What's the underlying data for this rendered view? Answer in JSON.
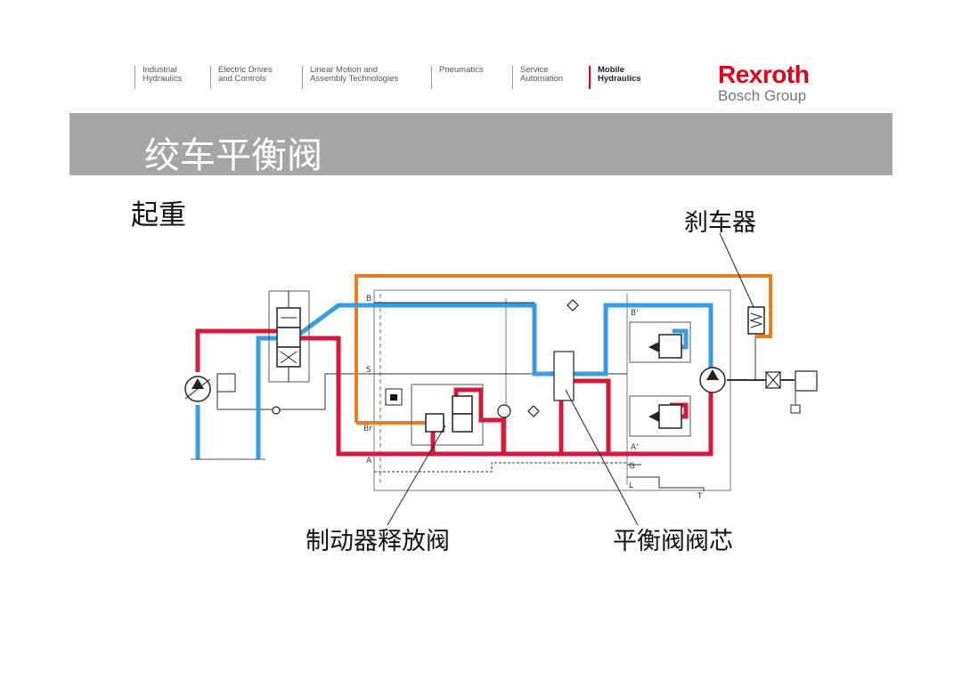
{
  "nav": {
    "items": [
      {
        "line1": "Industrial",
        "line2": "Hydraulics"
      },
      {
        "line1": "Electric Drives",
        "line2": "and Controls"
      },
      {
        "line1": "Linear Motion and",
        "line2": "Assembly Technologies"
      },
      {
        "line1": "",
        "line2": "Pneumatics"
      },
      {
        "line1": "Service",
        "line2": "Automation"
      },
      {
        "line1": "Mobile",
        "line2": "Hydraulics"
      }
    ],
    "active_index": 5
  },
  "brand": {
    "name": "Rexroth",
    "sub": "Bosch Group",
    "color": "#d6001c"
  },
  "banner": {
    "title": "绞车平衡阀",
    "color": "#a6a6a6"
  },
  "subtitle": "起重",
  "callouts": {
    "brake": "刹车器",
    "brake_release_valve": "制动器释放阀",
    "counterbalance_spool": "平衡阀阀芯"
  },
  "diagram": {
    "port_labels": [
      "B",
      "S",
      "Br",
      "A",
      "B'",
      "A'",
      "G",
      "L",
      "T"
    ],
    "line_colors": {
      "pressure": "#d6183a",
      "return": "#3a9be0",
      "brake_pilot": "#ee7d1e",
      "drawing": "#333333"
    }
  }
}
